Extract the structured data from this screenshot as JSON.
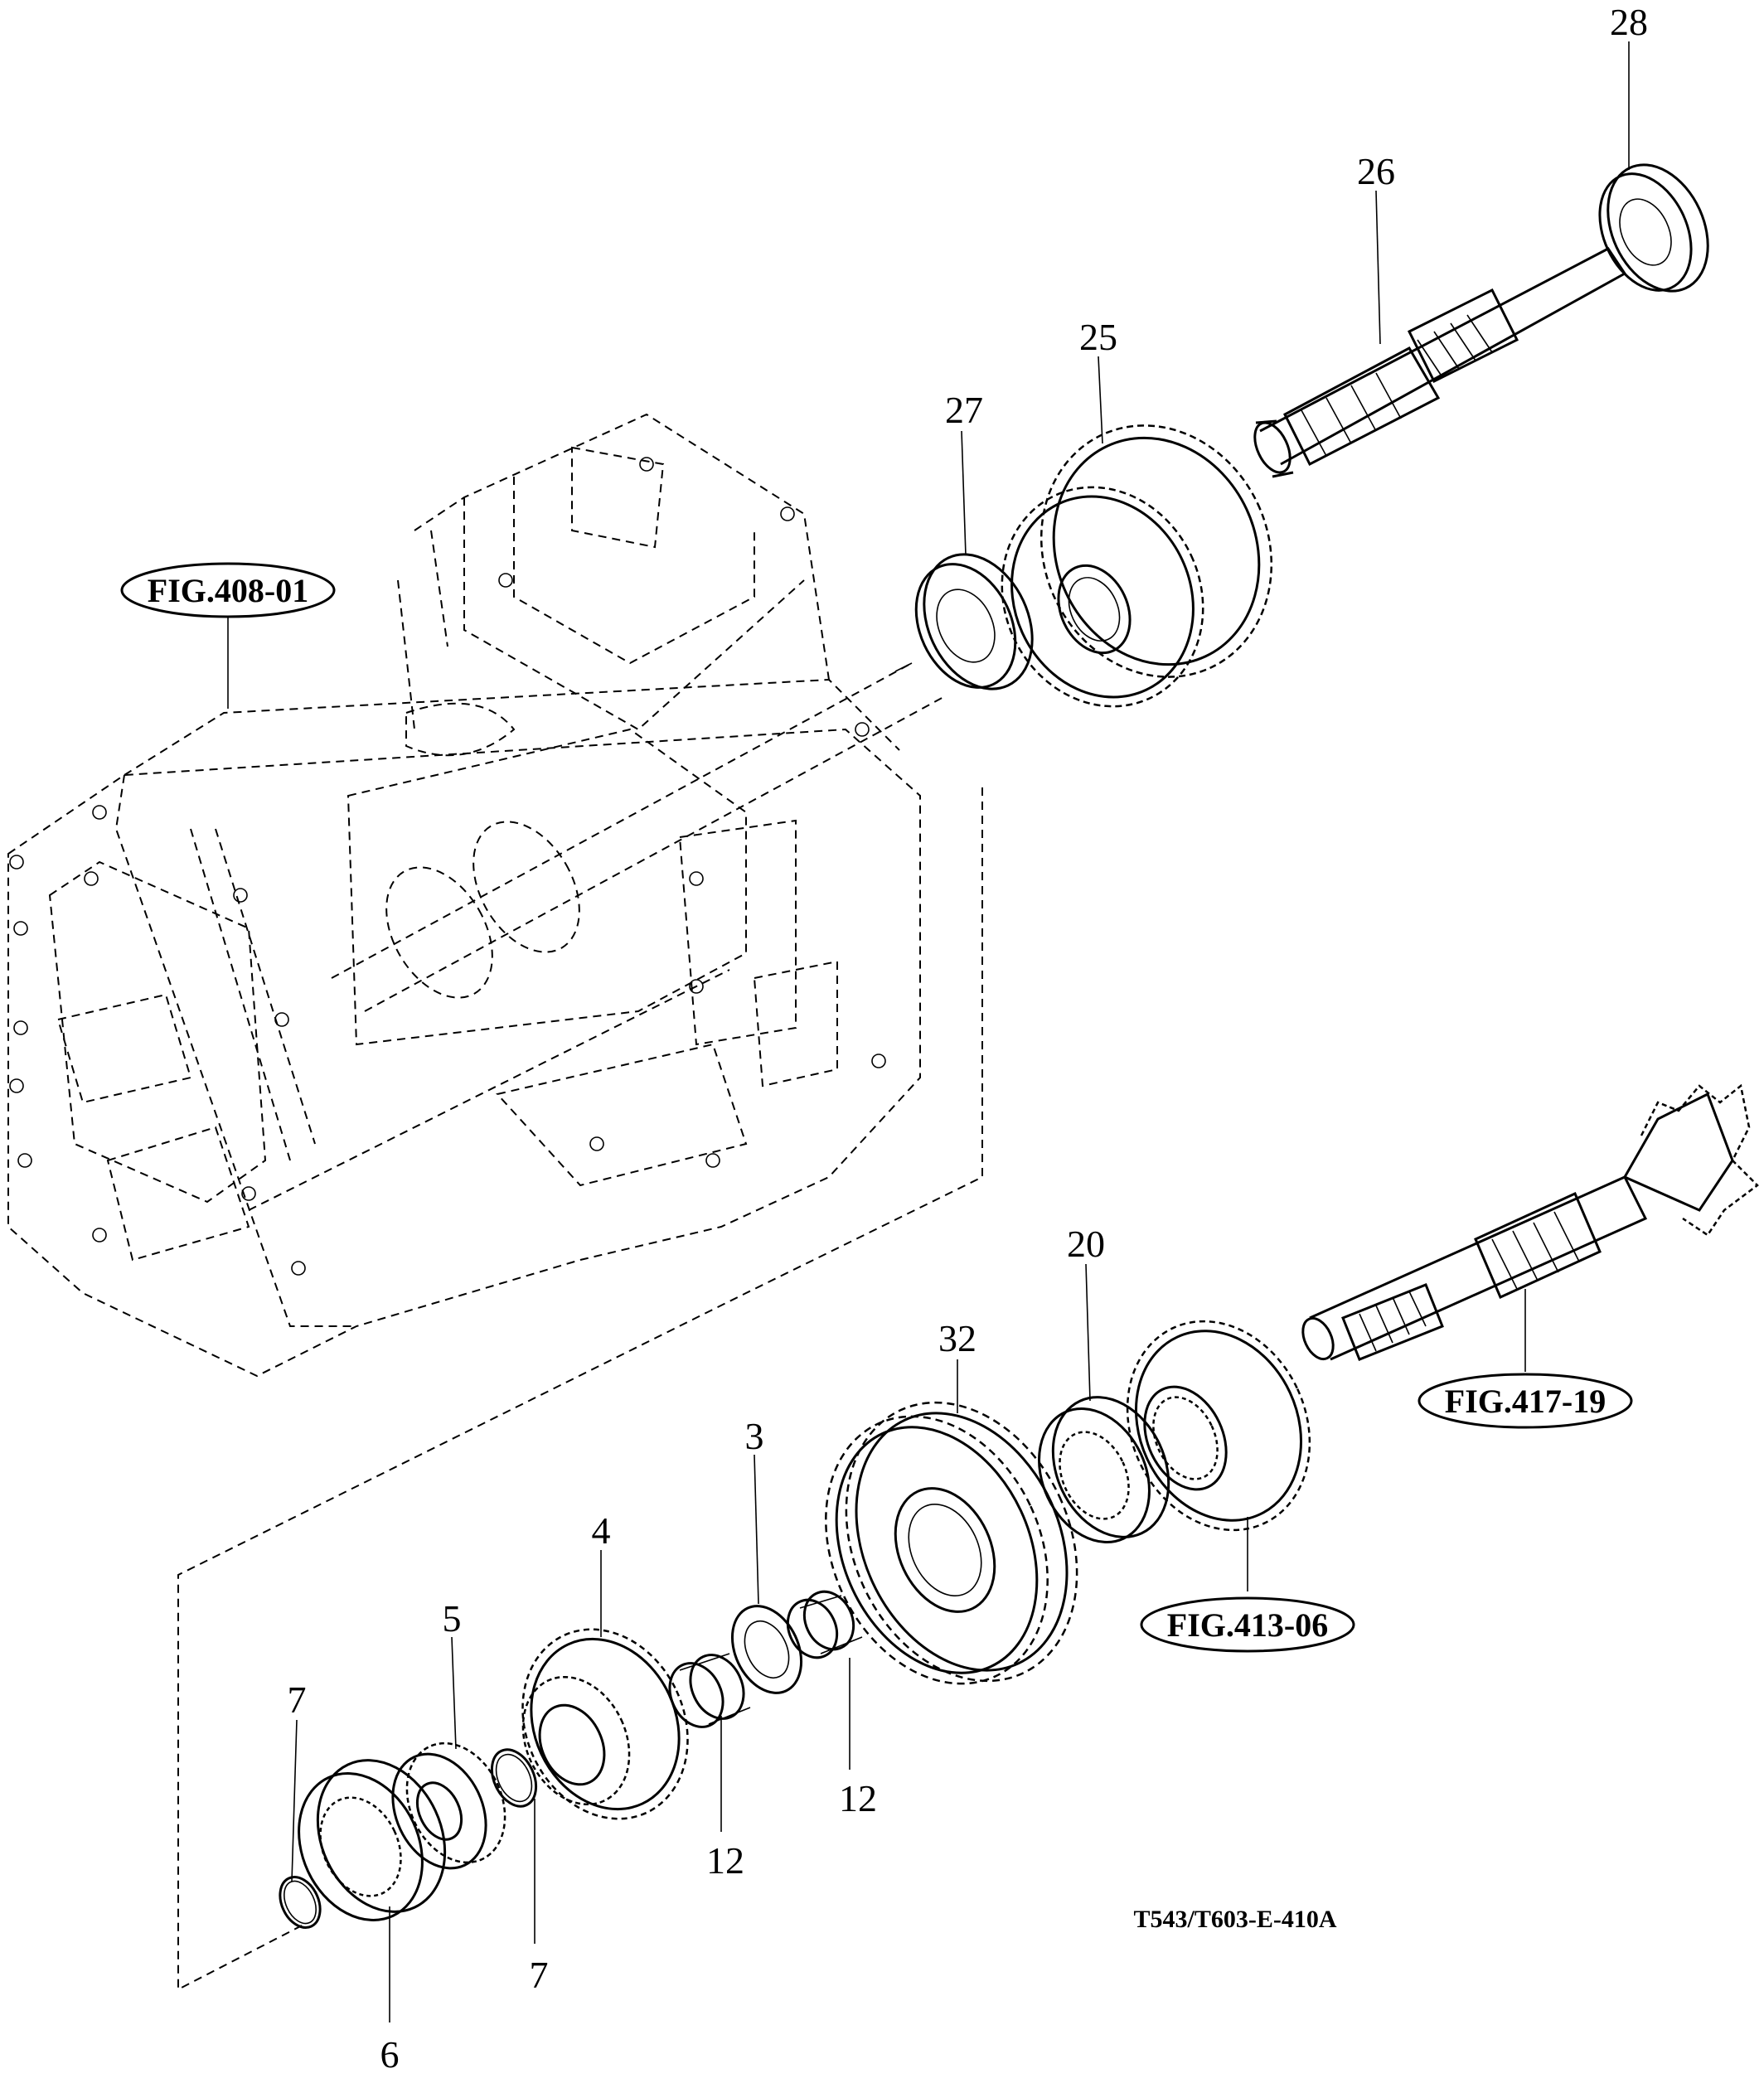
{
  "drawing_code": "T543/T603-E-410A",
  "references": [
    "FIG.408-01",
    "FIG.417-19",
    "FIG.413-06"
  ],
  "callouts": [
    "28",
    "26",
    "25",
    "27",
    "20",
    "32",
    "3",
    "4",
    "5",
    "7",
    "12",
    "12",
    "7",
    "6"
  ]
}
